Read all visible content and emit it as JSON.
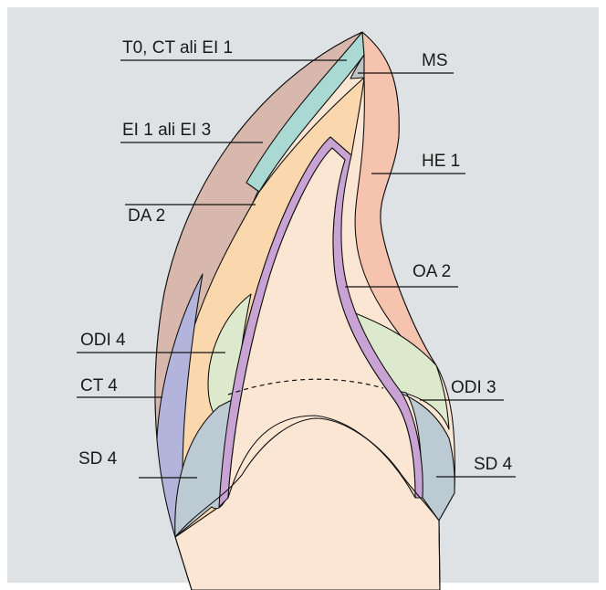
{
  "labels": {
    "t0_ct_ei1": "T0, CT ali EI 1",
    "ms": "MS",
    "ei1_ei3": "EI 1 ali EI 3",
    "he1": "HE 1",
    "da2": "DA 2",
    "oa2": "OA 2",
    "odi4": "ODI 4",
    "ct4": "CT 4",
    "odi3": "ODI 3",
    "sd4_left": "SD 4",
    "sd4_right": "SD 4"
  },
  "colors": {
    "panel_background": "#dfe2e4",
    "dentin_core": "#fbe6d4",
    "dentin_layer_da2": "#fad7ad",
    "enamel_ei": "#d8b8ac",
    "translucent_t0": "#a9d9d2",
    "mamelon_ms": "#bfc3c3",
    "high_enamel_he1": "#f6c4ae",
    "opaque_oa2": "#c8a3d4",
    "opaque_dentin_odi": "#dde9cc",
    "cervical_ct4": "#b3b4dc",
    "shoulder_sd4": "#bccbd3"
  }
}
